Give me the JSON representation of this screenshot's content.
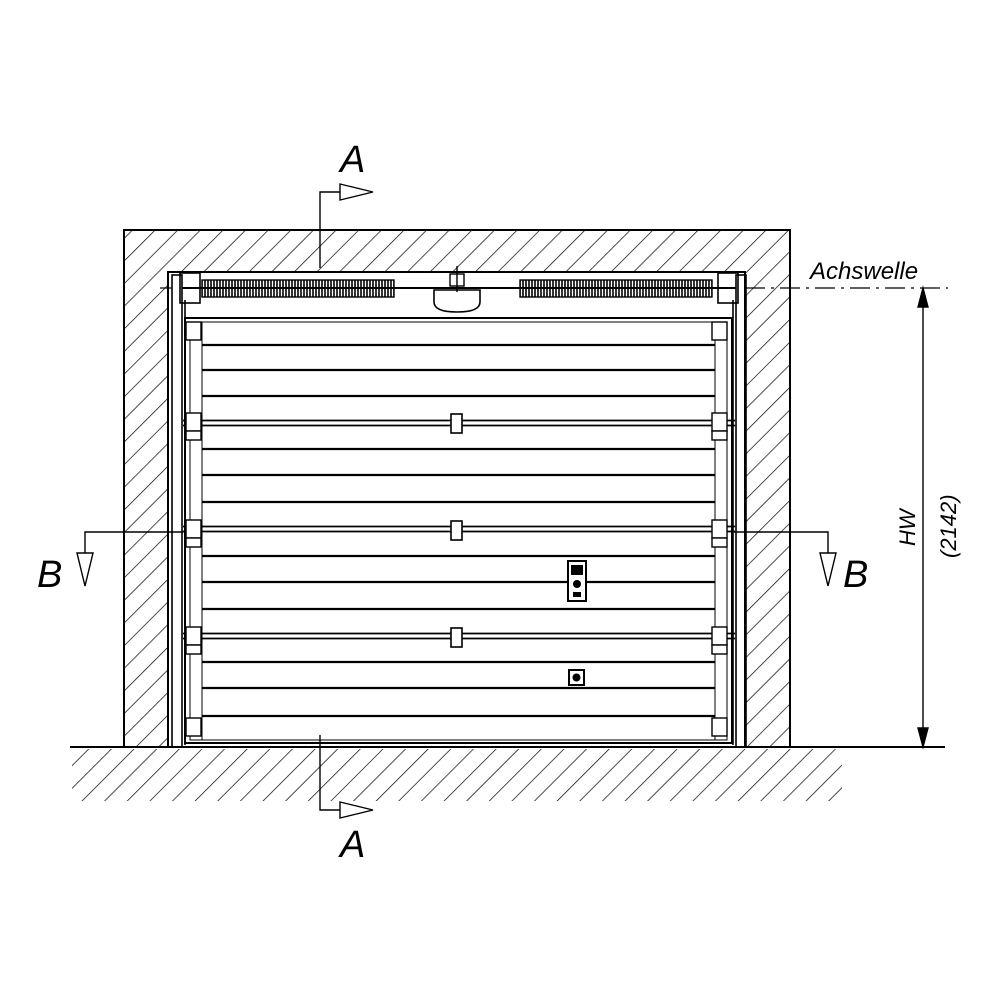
{
  "labels": {
    "section_a_top": "A",
    "section_a_bottom": "A",
    "section_b_left": "B",
    "section_b_right": "B",
    "shaft": "Achswelle",
    "height_symbol": "HW",
    "height_value": "(2142)"
  },
  "colors": {
    "line": "#000000",
    "background": "#ffffff"
  }
}
